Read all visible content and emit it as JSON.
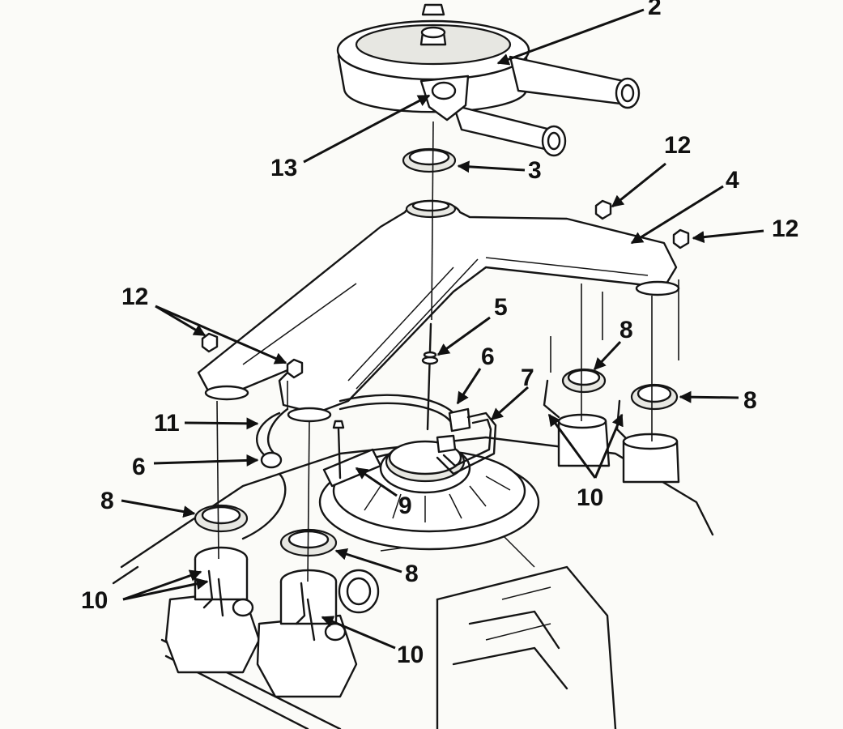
{
  "callouts": [
    {
      "id": "c2",
      "text": "2"
    },
    {
      "id": "c13",
      "text": "13"
    },
    {
      "id": "c3",
      "text": "3"
    },
    {
      "id": "c12a",
      "text": "12"
    },
    {
      "id": "c4",
      "text": "4"
    },
    {
      "id": "c12b",
      "text": "12"
    },
    {
      "id": "c12c",
      "text": "12"
    },
    {
      "id": "c5",
      "text": "5"
    },
    {
      "id": "c6a",
      "text": "6"
    },
    {
      "id": "c7",
      "text": "7"
    },
    {
      "id": "c8a",
      "text": "8"
    },
    {
      "id": "c8b",
      "text": "8"
    },
    {
      "id": "c11",
      "text": "11"
    },
    {
      "id": "c6b",
      "text": "6"
    },
    {
      "id": "c9",
      "text": "9"
    },
    {
      "id": "c10a",
      "text": "10"
    },
    {
      "id": "c8c",
      "text": "8"
    },
    {
      "id": "c8d",
      "text": "8"
    },
    {
      "id": "c10b",
      "text": "10"
    },
    {
      "id": "c10c",
      "text": "10"
    }
  ],
  "colors": {
    "ink": "#151515",
    "paper": "#fbfbf8"
  }
}
